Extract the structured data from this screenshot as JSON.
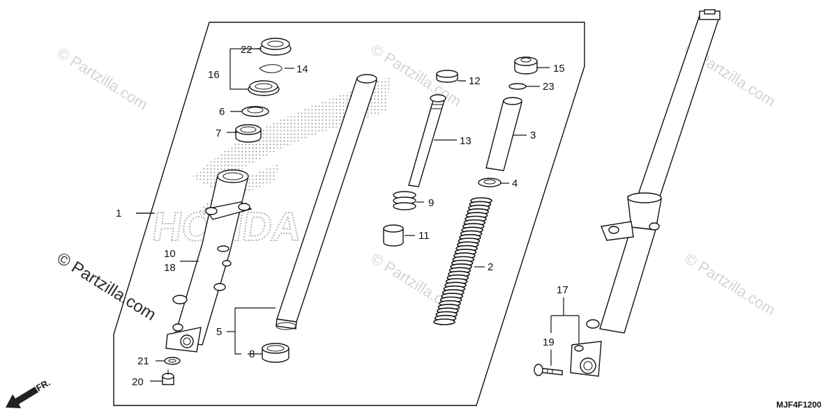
{
  "diagram": {
    "code": "MJF4F1200",
    "direction_label": "FR.",
    "watermark": "© Partzilla.com",
    "brand": "HONDA",
    "callouts": {
      "c1": "1",
      "c2": "2",
      "c3": "3",
      "c4": "4",
      "c5": "5",
      "c6": "6",
      "c7": "7",
      "c8": "8",
      "c9": "9",
      "c10": "10",
      "c11": "11",
      "c12": "12",
      "c13": "13",
      "c14": "14",
      "c15": "15",
      "c16": "16",
      "c17": "17",
      "c18": "18",
      "c19": "19",
      "c20": "20",
      "c21": "21",
      "c22": "22",
      "c23": "23"
    }
  }
}
